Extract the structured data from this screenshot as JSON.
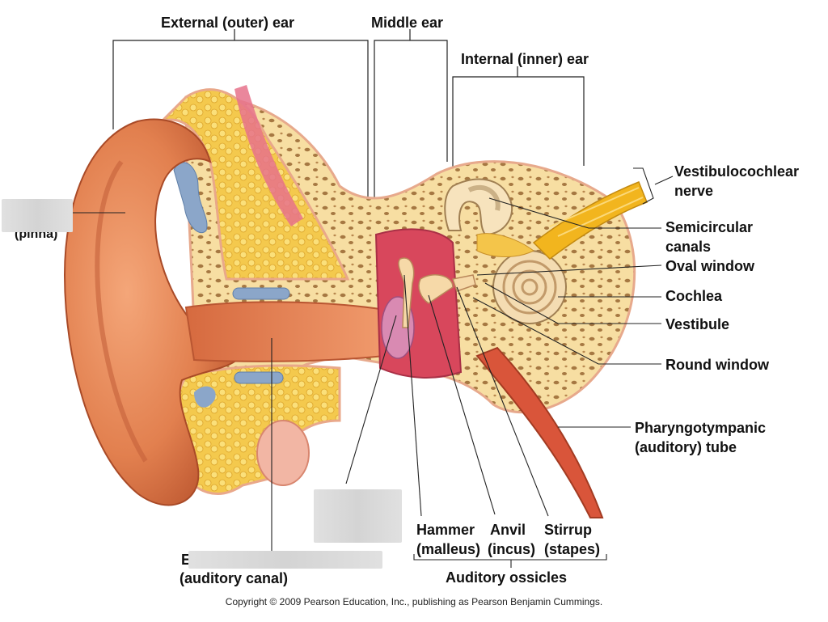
{
  "labels": {
    "external_ear": "External (outer) ear",
    "middle_ear": "Middle ear",
    "internal_ear": "Internal (inner) ear",
    "vestibulocochlear_nerve": "Vestibulocochlear",
    "vestibulocochlear_nerve_2": "nerve",
    "semicircular_canals": "Semicircular",
    "semicircular_canals_2": "canals",
    "oval_window": "Oval window",
    "cochlea": "Cochlea",
    "vestibule": "Vestibule",
    "round_window": "Round window",
    "pharyngotympanic_tube": "Pharyngotympanic",
    "pharyngotympanic_tube_2": "(auditory) tube",
    "hammer": "Hammer",
    "hammer_2": "(malleus)",
    "anvil": "Anvil",
    "anvil_2": "(incus)",
    "stirrup": "Stirrup",
    "stirrup_2": "(stapes)",
    "auditory_ossicles": "Auditory ossicles",
    "pinna_partial": "(pinna)",
    "canal_partial": "E",
    "canal_partial_2": "(auditory canal)"
  },
  "copyright": "Copyright © 2009 Pearson Education, Inc., publishing as Pearson Benjamin Cummings.",
  "colors": {
    "skin": "#e8875a",
    "skin_dark": "#c65a34",
    "bone": "#f5d99a",
    "fat": "#f3c24a",
    "muscle": "#d63a55",
    "canal": "#e06c43",
    "cartilage": "#8ba6c9",
    "nerve": "#f2b51e",
    "line": "#222222",
    "mask": "#d6d6d6"
  }
}
